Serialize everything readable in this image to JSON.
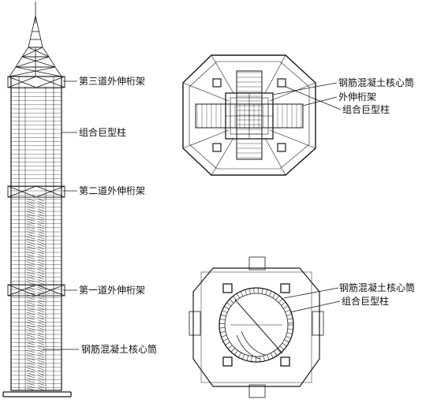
{
  "elevation": {
    "labels": {
      "truss_3": "第三道外伸桁架",
      "mega_column": "组合巨型柱",
      "truss_2": "第二道外伸桁架",
      "truss_1": "第一道外伸桁架",
      "core_tube": "钢筋混凝土核心筒"
    }
  },
  "plan_upper": {
    "labels": {
      "core_tube": "钢筋混凝土核心筒",
      "outrigger_truss": "外伸桁架",
      "mega_column": "组合巨型柱"
    }
  },
  "plan_lower": {
    "labels": {
      "core_tube": "钢筋混凝土核心筒",
      "mega_column": "组合巨型柱"
    }
  },
  "colors": {
    "line": "#1a1a1a",
    "background": "#ffffff"
  }
}
